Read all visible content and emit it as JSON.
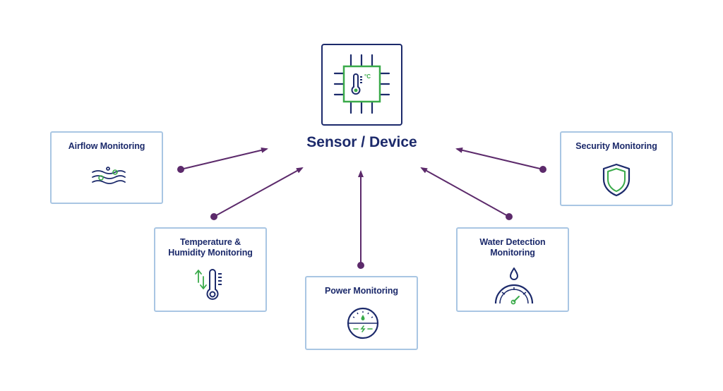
{
  "center": {
    "title": "Sensor / Device",
    "unit": "°C"
  },
  "nodes": {
    "airflow": {
      "label": "Airflow Monitoring"
    },
    "security": {
      "label": "Security Monitoring"
    },
    "temperature": {
      "label_line1": "Temperature &",
      "label_line2": "Humidity Monitoring"
    },
    "water": {
      "label_line1": "Water Detection",
      "label_line2": "Monitoring"
    },
    "power": {
      "label": "Power Monitoring"
    }
  },
  "icons": {
    "device": "chip-thermometer-icon",
    "airflow": "airflow-icon",
    "security": "shield-icon",
    "temperature": "thermometer-icon",
    "water": "water-gauge-icon",
    "power": "power-meter-icon"
  },
  "colors": {
    "navy": "#1c2a6b",
    "green": "#3aaa4a",
    "arrow": "#5c2a6b",
    "box_border": "#a9c6e3"
  }
}
